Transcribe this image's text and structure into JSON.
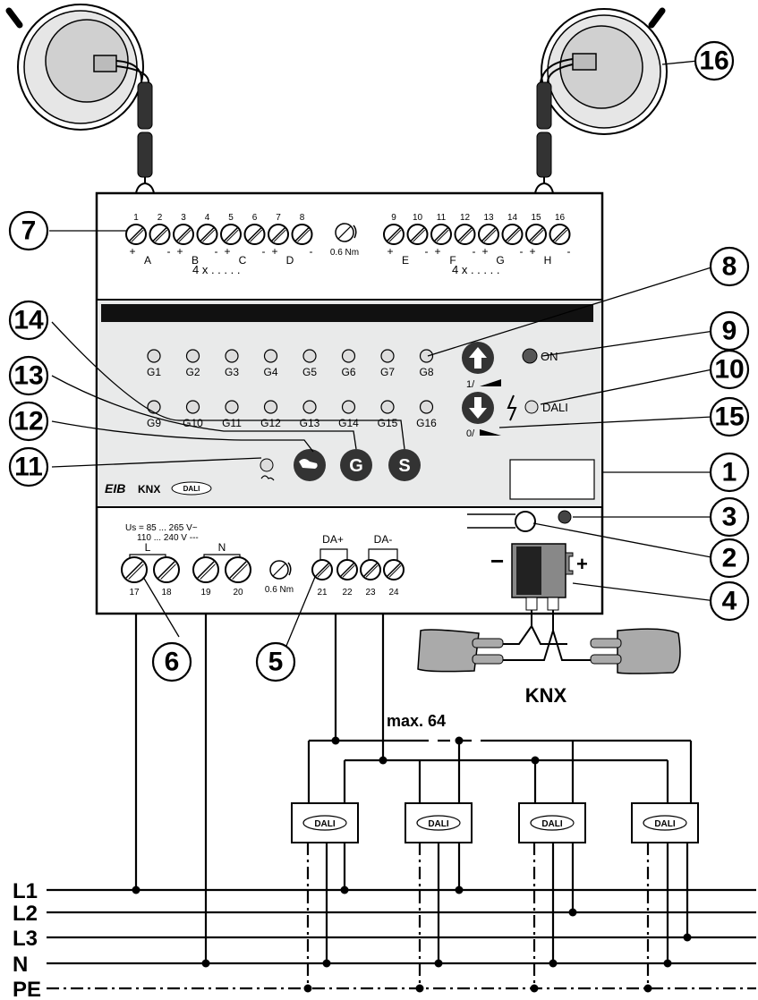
{
  "terminals_top_left": [
    {
      "num": "1",
      "pol": "+"
    },
    {
      "num": "2",
      "pol": "-"
    },
    {
      "num": "3",
      "pol": "+"
    },
    {
      "num": "4",
      "pol": "-"
    },
    {
      "num": "5",
      "pol": "+"
    },
    {
      "num": "6",
      "pol": "-"
    },
    {
      "num": "7",
      "pol": "+"
    },
    {
      "num": "8",
      "pol": "-"
    }
  ],
  "terminals_top_right": [
    {
      "num": "9",
      "pol": "+"
    },
    {
      "num": "10",
      "pol": "-"
    },
    {
      "num": "11",
      "pol": "+"
    },
    {
      "num": "12",
      "pol": "-"
    },
    {
      "num": "13",
      "pol": "+"
    },
    {
      "num": "14",
      "pol": "-"
    },
    {
      "num": "15",
      "pol": "+"
    },
    {
      "num": "16",
      "pol": "-"
    }
  ],
  "group_letters_left": [
    "A",
    "B",
    "C",
    "D"
  ],
  "group_letters_right": [
    "E",
    "F",
    "G",
    "H"
  ],
  "multiplier_label": "4 x . . . . .",
  "torque_label": "0.6 Nm",
  "leds_row1": [
    "G1",
    "G2",
    "G3",
    "G4",
    "G5",
    "G6",
    "G7",
    "G8"
  ],
  "leds_row2": [
    "G9",
    "G10",
    "G11",
    "G12",
    "G13",
    "G14",
    "G15",
    "G16"
  ],
  "on_label": "ON",
  "dali_led_label": "DALI",
  "up_label": "1/",
  "down_label": "0/",
  "button_g": "G",
  "button_s": "S",
  "eib_logo": "EIB",
  "knx_logo": "KNX",
  "dali_logo": "DALI",
  "supply_line1": "Us = 85 ... 265 V~",
  "supply_line2": "110 ... 240 V ---",
  "supply_L": "L",
  "supply_N": "N",
  "terminals_bottom": [
    "17",
    "18",
    "19",
    "20",
    "21",
    "22",
    "23",
    "24"
  ],
  "da_plus": "DA+",
  "da_minus": "DA-",
  "knx_bus_label": "KNX",
  "max_label": "max. 64",
  "ballast_label": "DALI",
  "mains_lines": [
    "L1",
    "L2",
    "L3",
    "N",
    "PE"
  ],
  "callouts": [
    "1",
    "2",
    "3",
    "4",
    "5",
    "6",
    "7",
    "8",
    "9",
    "10",
    "11",
    "12",
    "13",
    "14",
    "15",
    "16"
  ]
}
